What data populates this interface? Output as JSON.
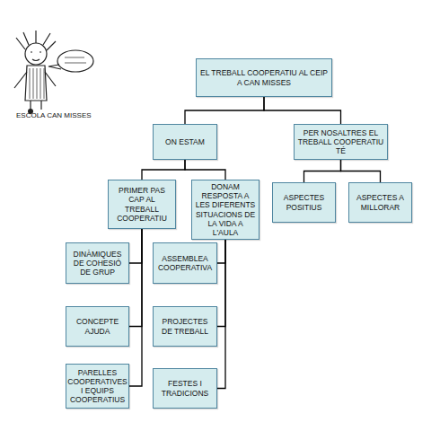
{
  "diagram": {
    "nodes": [
      {
        "text": [
          "EL TREBALL COOPERATIU AL CEIP A CAN MISSES"
        ]
      },
      {
        "text": [
          "ON ESTAM"
        ]
      },
      {
        "text": [
          "PER NOSALTRES EL TREBALL COOPERATIU TÉ"
        ]
      },
      {
        "text": [
          "PRIMER PAS CAP AL TREBALL COOPERATIU"
        ]
      },
      {
        "text": [
          "DONAM RESPOSTA A LES DIFERENTS SITUACIONS DE LA VIDA A L'AULA"
        ]
      },
      {
        "text": [
          "ASPECTES POSITIUS"
        ]
      },
      {
        "text": [
          "ASPECTES A MILLORAR"
        ]
      },
      {
        "text": [
          "DINÀMIQUES DE COHESIÓ DE GRUP"
        ]
      },
      {
        "text": [
          "ASSEMBLEA COOPERATIVA"
        ]
      },
      {
        "text": [
          "CONCEPTE AJUDA"
        ]
      },
      {
        "text": [
          "PROJECTES DE TREBALL"
        ]
      },
      {
        "text": [
          "PARELLES COOPERATIVES I EQUIPS COOPERATIUS"
        ]
      },
      {
        "text": [
          "FESTES I TRADICIONS"
        ]
      }
    ],
    "edges": [
      {
        "from": 0,
        "to": 1,
        "arrow": "none"
      },
      {
        "from": 0,
        "to": 2,
        "arrow": "none"
      },
      {
        "from": 1,
        "to": 3,
        "arrow": "none"
      },
      {
        "from": 1,
        "to": 4,
        "arrow": "none"
      },
      {
        "from": 2,
        "to": 5,
        "arrow": "none"
      },
      {
        "from": 2,
        "to": 6,
        "arrow": "none"
      },
      {
        "from": 3,
        "to": 7,
        "arrow": "none"
      },
      {
        "from": 3,
        "to": 9,
        "arrow": "none"
      },
      {
        "from": 3,
        "to": 11,
        "arrow": "none"
      },
      {
        "from": 4,
        "to": 8,
        "arrow": "none"
      },
      {
        "from": 4,
        "to": 10,
        "arrow": "none"
      },
      {
        "from": 4,
        "to": 12,
        "arrow": "none"
      }
    ],
    "labels": [
      "ESCOLA CAN MISSES"
    ]
  }
}
